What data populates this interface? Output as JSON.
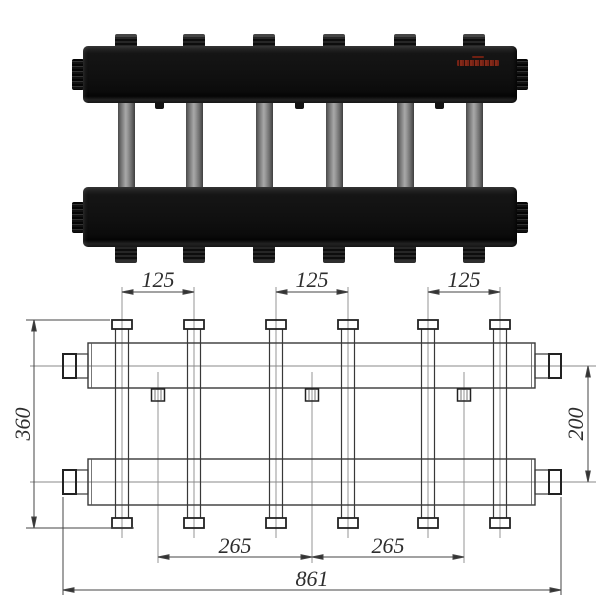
{
  "photo": {
    "beam_color": "#131313",
    "pipe_color": "#8f8f8f",
    "logo_color": "#7b2316"
  },
  "drawing": {
    "line_color": "#383838",
    "centerline_color": "#888888",
    "dimensions": {
      "spacing_pair_1": "125",
      "spacing_pair_2": "125",
      "spacing_pair_3": "125",
      "group_spacing_1": "265",
      "group_spacing_2": "265",
      "overall_length": "861",
      "overall_height": "360",
      "beam_axis_distance": "200"
    }
  }
}
